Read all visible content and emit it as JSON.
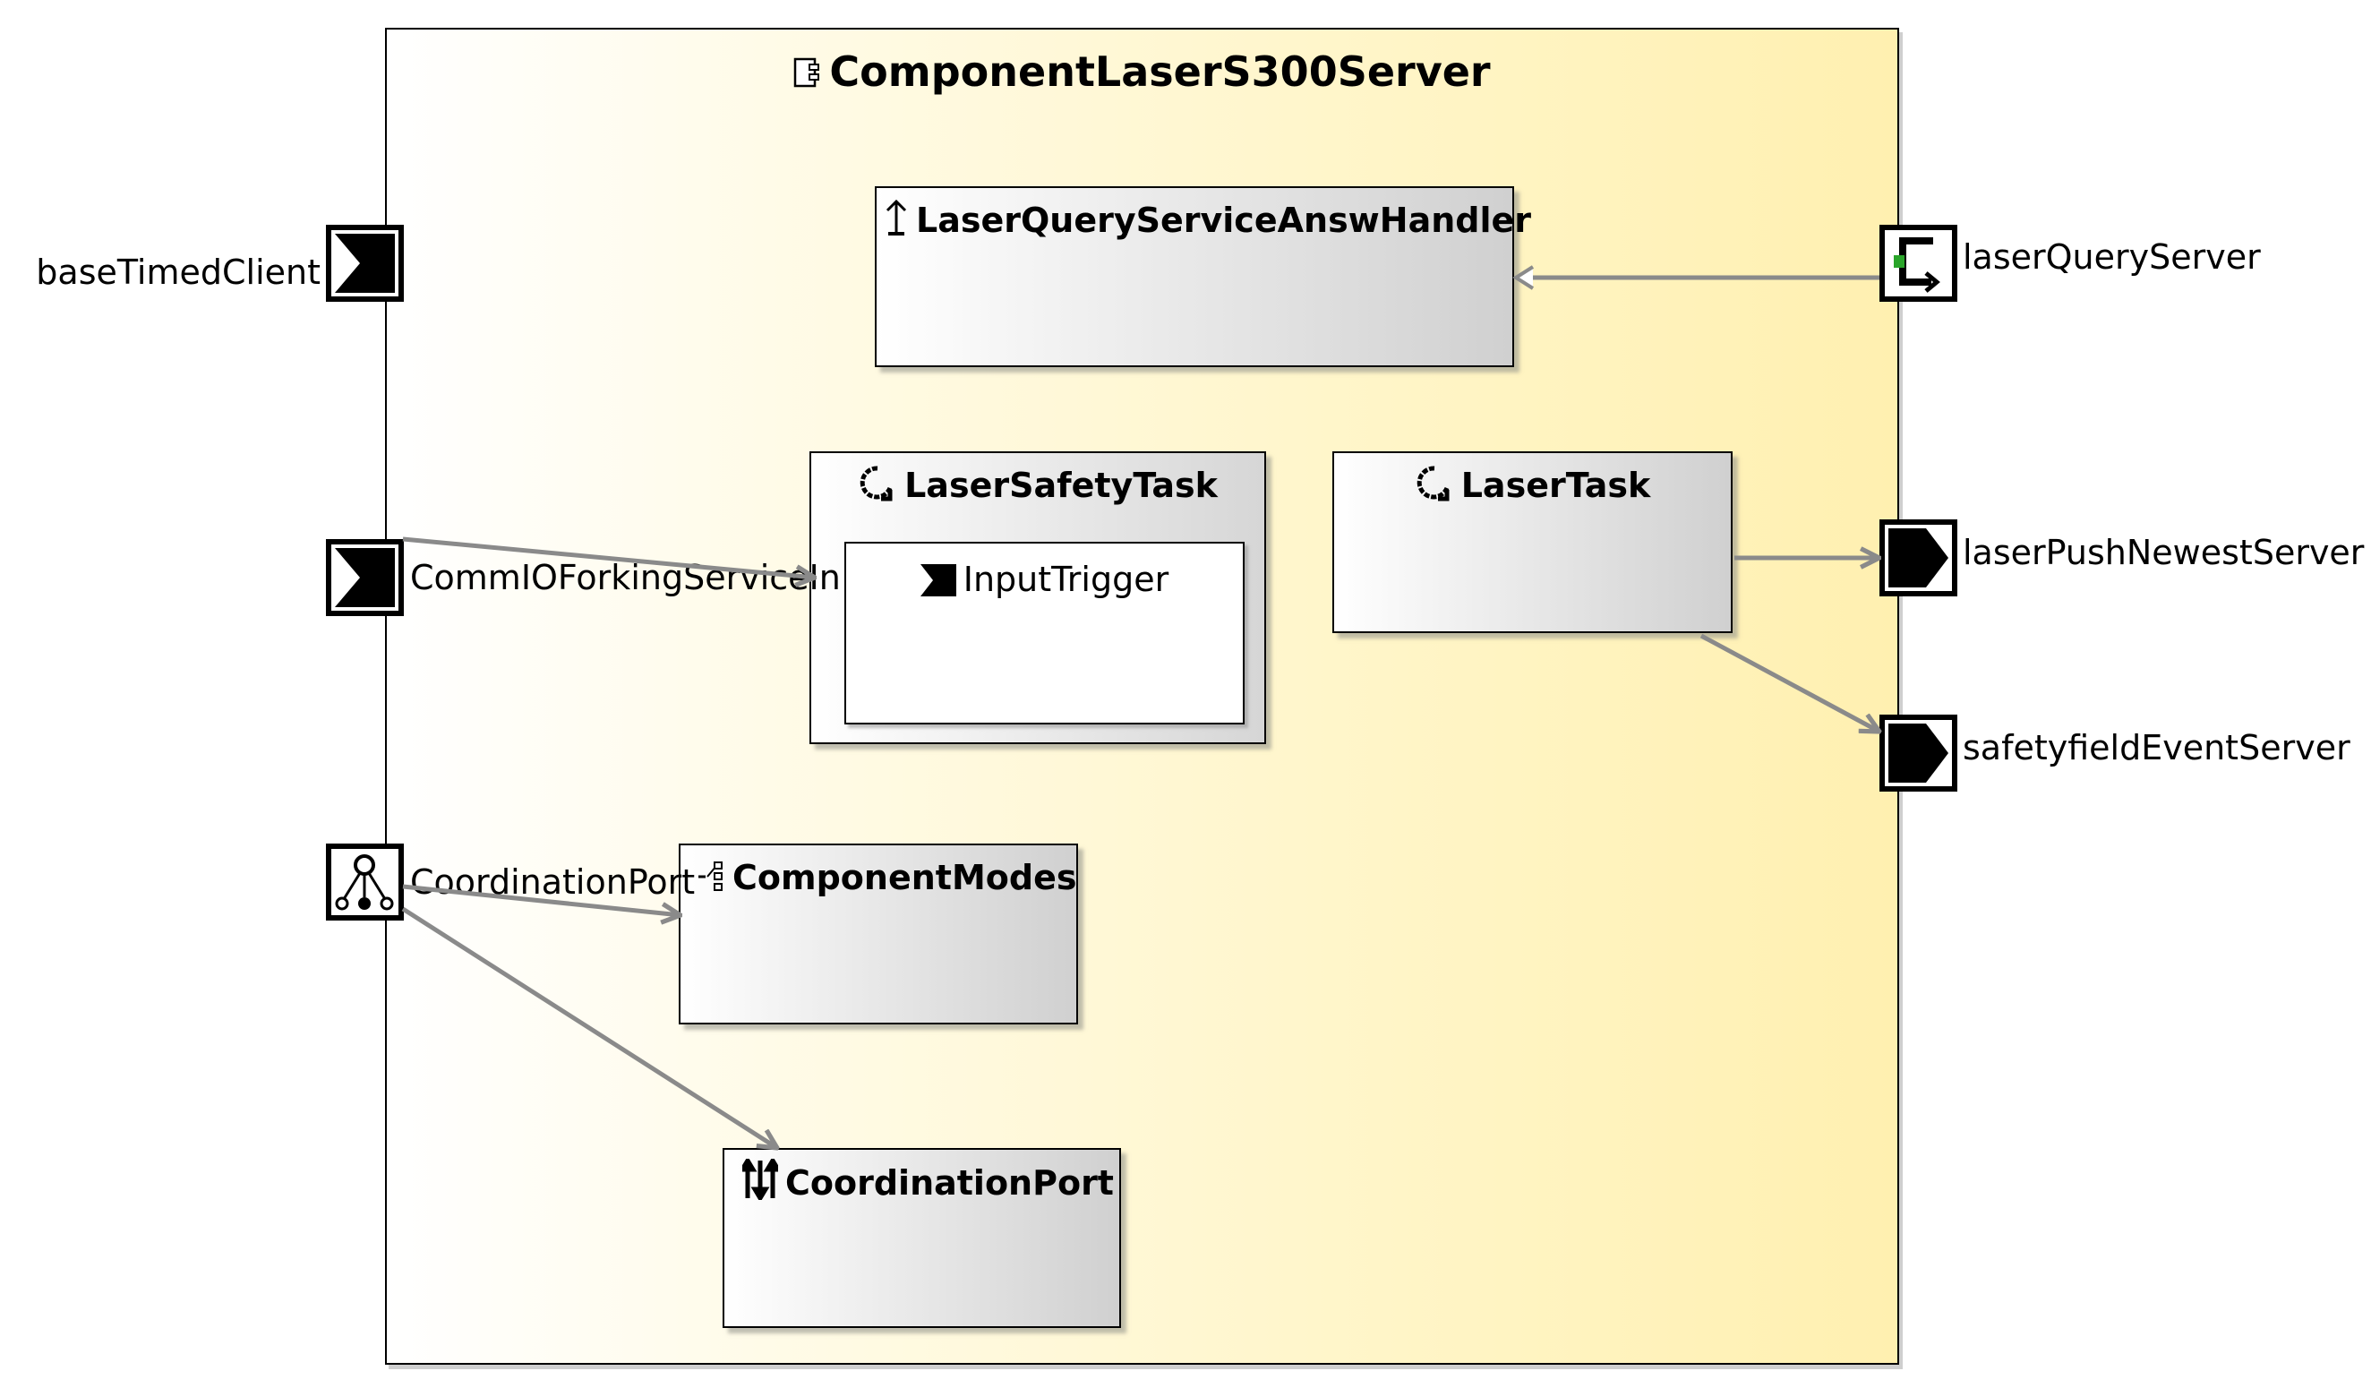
{
  "component": {
    "name": "ComponentLaserS300Server",
    "icon": "component-icon",
    "background_gradient": [
      "#ffffff",
      "#fff0b0"
    ]
  },
  "inner_elements": [
    {
      "id": "lqsah",
      "name": "LaserQueryServiceAnswHandler",
      "icon": "up-arrow-handler-icon"
    },
    {
      "id": "lst",
      "name": "LaserSafetyTask",
      "icon": "task-loop-icon"
    },
    {
      "id": "input",
      "name": "InputTrigger",
      "icon": "input-port-icon"
    },
    {
      "id": "lt",
      "name": "LaserTask",
      "icon": "task-loop-icon"
    },
    {
      "id": "cm",
      "name": "ComponentModes",
      "icon": "mode-tree-icon"
    },
    {
      "id": "cp",
      "name": "CoordinationPort",
      "icon": "sliders-icon"
    }
  ],
  "ports": {
    "left": [
      {
        "name": "baseTimedClient",
        "type": "input-port-icon"
      },
      {
        "name": "CommIOForkingServiceIn",
        "type": "input-port-icon"
      },
      {
        "name": "CoordinationPort",
        "type": "coordination-port-icon"
      }
    ],
    "right": [
      {
        "name": "laserQueryServer",
        "type": "query-server-icon"
      },
      {
        "name": "laserPushNewestServer",
        "type": "output-port-icon"
      },
      {
        "name": "safetyfieldEventServer",
        "type": "output-port-icon"
      }
    ]
  },
  "connections": [
    {
      "from": "CommIOForkingServiceIn",
      "to": "InputTrigger"
    },
    {
      "from": "CoordinationPort (port)",
      "to": "ComponentModes"
    },
    {
      "from": "CoordinationPort (port)",
      "to": "CoordinationPort"
    },
    {
      "from": "LaserQueryServiceAnswHandler",
      "to": "laserQueryServer"
    },
    {
      "from": "LaserTask",
      "to": "laserPushNewestServer"
    },
    {
      "from": "LaserTask",
      "to": "safetyfieldEventServer"
    }
  ],
  "colors": {
    "wire": "#8a8a8a",
    "query_port_accent": "#2aa52a"
  }
}
